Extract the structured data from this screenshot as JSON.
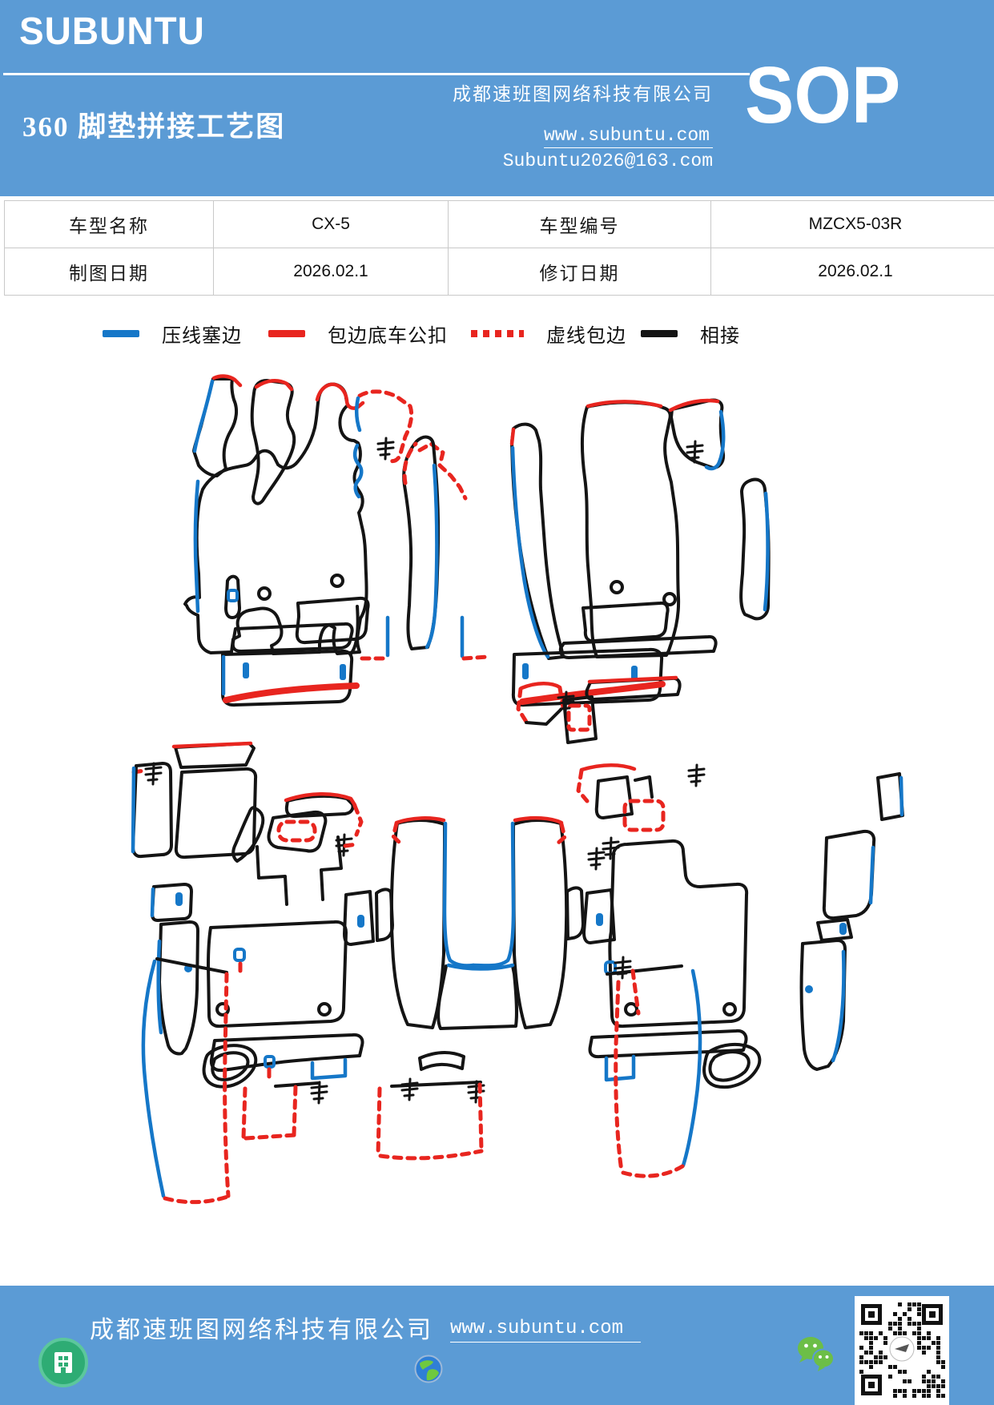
{
  "colors": {
    "header_bg": "#5B9BD5",
    "footer_bg": "#5B9BD5",
    "line_blue": "#1577C8",
    "line_red": "#E8251F",
    "line_black": "#141414",
    "table_border": "#C9C9C9",
    "building_icon_green": "#2EAC74",
    "wechat_green": "#6CBE47"
  },
  "header": {
    "logo": "SUBUNTU",
    "doc_label": "SOP",
    "company": "成都速班图网络科技有限公司",
    "website": "www.subuntu.com",
    "email": "Subuntu2026@163.com",
    "title": "360 脚垫拼接工艺图"
  },
  "info_table": {
    "rows": [
      [
        "车型名称",
        "CX-5",
        "车型编号",
        "MZCX5-03R"
      ],
      [
        "制图日期",
        "2026.02.1",
        "修订日期",
        "2026.02.1"
      ]
    ]
  },
  "legend": {
    "items": [
      {
        "label": "压线塞边",
        "color": "#1577C8",
        "style": "solid"
      },
      {
        "label": "包边底车公扣",
        "color": "#E8251F",
        "style": "solid"
      },
      {
        "label": "虚线包边",
        "color": "#E8251F",
        "style": "dashed"
      },
      {
        "label": "相接",
        "color": "#141414",
        "style": "solid"
      }
    ]
  },
  "footer": {
    "company": "成都速班图网络科技有限公司",
    "website": "www.subuntu.com"
  }
}
